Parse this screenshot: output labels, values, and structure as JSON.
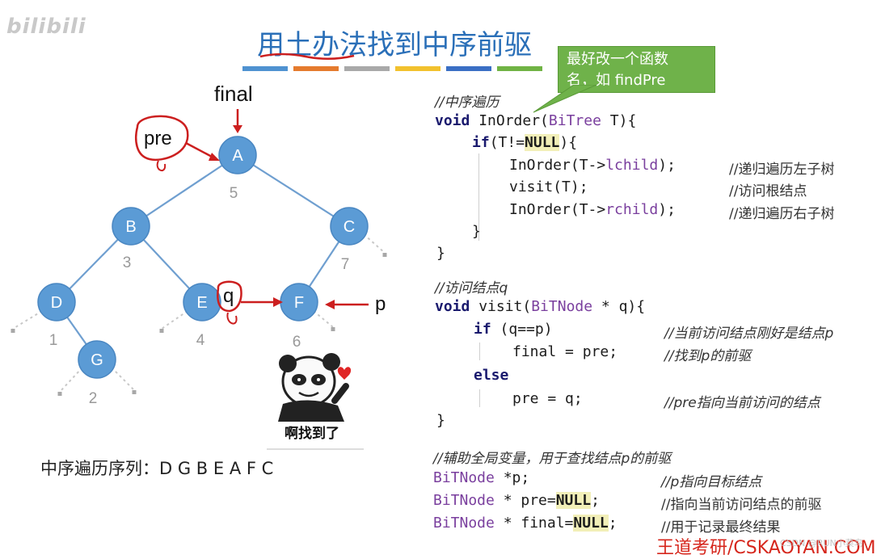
{
  "watermark": "bilibili",
  "title": "用土办法找到中序前驱",
  "title_bar_colors": [
    "#4f92d1",
    "#e57b2e",
    "#a9a9a9",
    "#f2c12e",
    "#3a6fc4",
    "#70b344"
  ],
  "callout": {
    "line1": "最好改一个函数",
    "line2": "名，如 findPre"
  },
  "tree": {
    "nodes": [
      {
        "label": "A",
        "order": "5"
      },
      {
        "label": "B",
        "order": "3"
      },
      {
        "label": "C",
        "order": "7"
      },
      {
        "label": "D",
        "order": "1"
      },
      {
        "label": "E",
        "order": "4"
      },
      {
        "label": "F",
        "order": "6"
      },
      {
        "label": "G",
        "order": "2"
      }
    ],
    "pointer_labels": {
      "final": "final",
      "pre": "pre",
      "q": "q",
      "p": "p"
    },
    "node_color": "#5b9bd5",
    "edge_color": "#6f9fd0",
    "annotation_color": "#cc1f1f"
  },
  "meme_caption": "啊找到了",
  "inorder_sequence": "中序遍历序列：D G B E A F C",
  "code": {
    "inorder_comment": "//中序遍历",
    "inorder_sig": [
      "void",
      " InOrder(",
      "BiTree",
      " T){"
    ],
    "if_line": [
      "if",
      "(T!=",
      "NULL",
      "){"
    ],
    "line_lchild": [
      "InOrder(T->",
      "lchild",
      ");"
    ],
    "cmt_lchild": "//递归遍历左子树",
    "line_visit": "visit(T);",
    "cmt_visit": "//访问根结点",
    "line_rchild": [
      "InOrder(T->",
      "rchild",
      ");"
    ],
    "cmt_rchild": "//递归遍历右子树",
    "close_inner": "}",
    "close_outer": "}",
    "visit_comment": "//访问结点q",
    "visit_sig": [
      "void",
      " visit(",
      "BiTNode",
      " * q){"
    ],
    "if2": [
      "if",
      " (q==p)"
    ],
    "cmt_if2": "//当前访问结点刚好是结点p",
    "final_assign": "final = pre;",
    "cmt_final": "//找到p的前驱",
    "else_kw": "else",
    "pre_assign": "pre = q;",
    "cmt_pre": "//pre指向当前访问的结点",
    "close_visit": "}",
    "globals_comment": "//辅助全局变量，用于查找结点p的前驱",
    "g1": [
      "BiTNode",
      " *p;"
    ],
    "cmt_g1": "//p指向目标结点",
    "g2": [
      "BiTNode",
      " * pre=",
      "NULL",
      ";"
    ],
    "cmt_g2": "//指向当前访问结点的前驱",
    "g3": [
      "BiTNode",
      " * final=",
      "NULL",
      ";"
    ],
    "cmt_g3": "//用于记录最终结果"
  },
  "brand": "王道考研/CSKAOYAN.COM",
  "brand_sub": "CSDN @RUN小菜鸟"
}
